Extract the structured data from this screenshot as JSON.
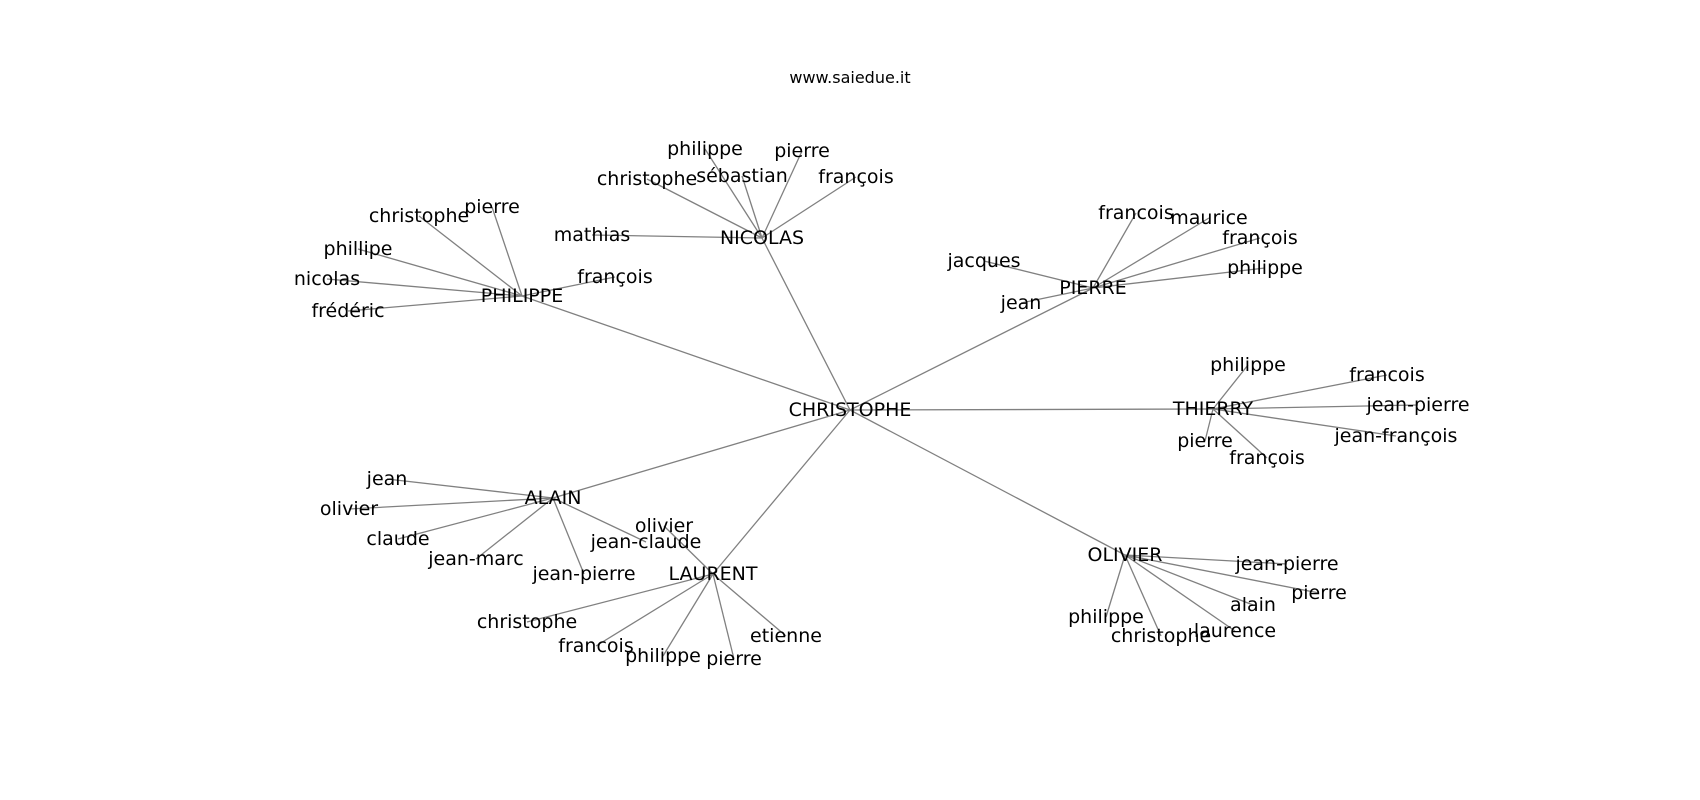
{
  "header": {
    "site": "www.saiedue.it"
  },
  "graph": {
    "center": "CHRISTOPHE",
    "hubs": [
      {
        "name": "NICOLAS",
        "leaves": [
          "philippe",
          "pierre",
          "christophe",
          "sébastian",
          "françois",
          "mathias"
        ]
      },
      {
        "name": "PHILIPPE",
        "leaves": [
          "christophe",
          "pierre",
          "phillipe",
          "nicolas",
          "frédéric",
          "françois"
        ]
      },
      {
        "name": "PIERRE",
        "leaves": [
          "francois",
          "maurice",
          "françois",
          "jacques",
          "philippe",
          "jean"
        ]
      },
      {
        "name": "THIERRY",
        "leaves": [
          "philippe",
          "francois",
          "jean-pierre",
          "jean-françois",
          "pierre",
          "françois"
        ]
      },
      {
        "name": "ALAIN",
        "leaves": [
          "jean",
          "olivier",
          "claude",
          "jean-marc",
          "jean-pierre",
          "jean-claude"
        ]
      },
      {
        "name": "LAURENT",
        "leaves": [
          "olivier",
          "christophe",
          "francois",
          "philippe",
          "pierre",
          "etienne"
        ]
      },
      {
        "name": "OLIVIER",
        "leaves": [
          "jean-pierre",
          "pierre",
          "alain",
          "philippe",
          "laurence",
          "christophe"
        ]
      }
    ]
  }
}
